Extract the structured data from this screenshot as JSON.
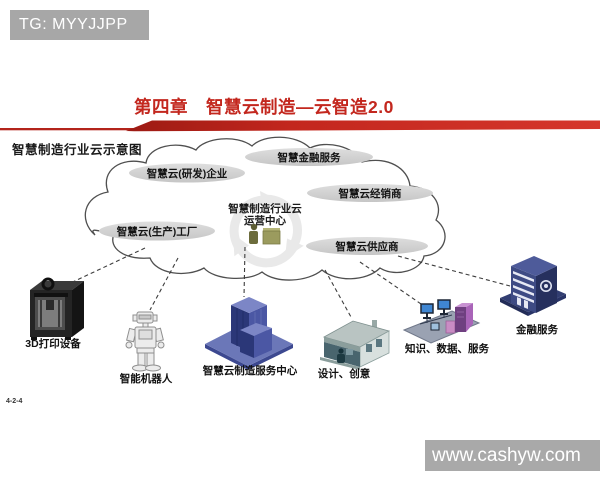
{
  "banners": {
    "top_watermark": "TG: MYYJJPP",
    "bottom_watermark": "www.cashyw.com"
  },
  "header": {
    "chapter_title": "第四章　智慧云制造—云智造2.0"
  },
  "diagram": {
    "caption": "智慧制造行业云示意图",
    "page_number": "4-2-4",
    "center_node": {
      "line1": "智慧制造行业云",
      "line2": "运营中心"
    },
    "cloud_nodes": [
      "智慧金融服务",
      "智慧云(研发)企业",
      "智慧云经销商",
      "智慧云(生产)工厂",
      "智慧云供应商"
    ],
    "leaf_nodes": [
      "3D打印设备",
      "智能机器人",
      "智慧云制造服务中心",
      "设计、创意",
      "知识、数据、服务",
      "金融服务"
    ],
    "icons": [
      "3d-printer-icon",
      "robot-icon",
      "office-building-icon",
      "house-icon",
      "computer-network-icon",
      "bank-icon"
    ]
  },
  "colors": {
    "accent_red": "#c3271e",
    "watermark_gray": "#a8a8a8",
    "node_ellipse_gray": "#d0d0d0",
    "building_blue": "#2b3778",
    "bank_navy": "#26305e"
  }
}
